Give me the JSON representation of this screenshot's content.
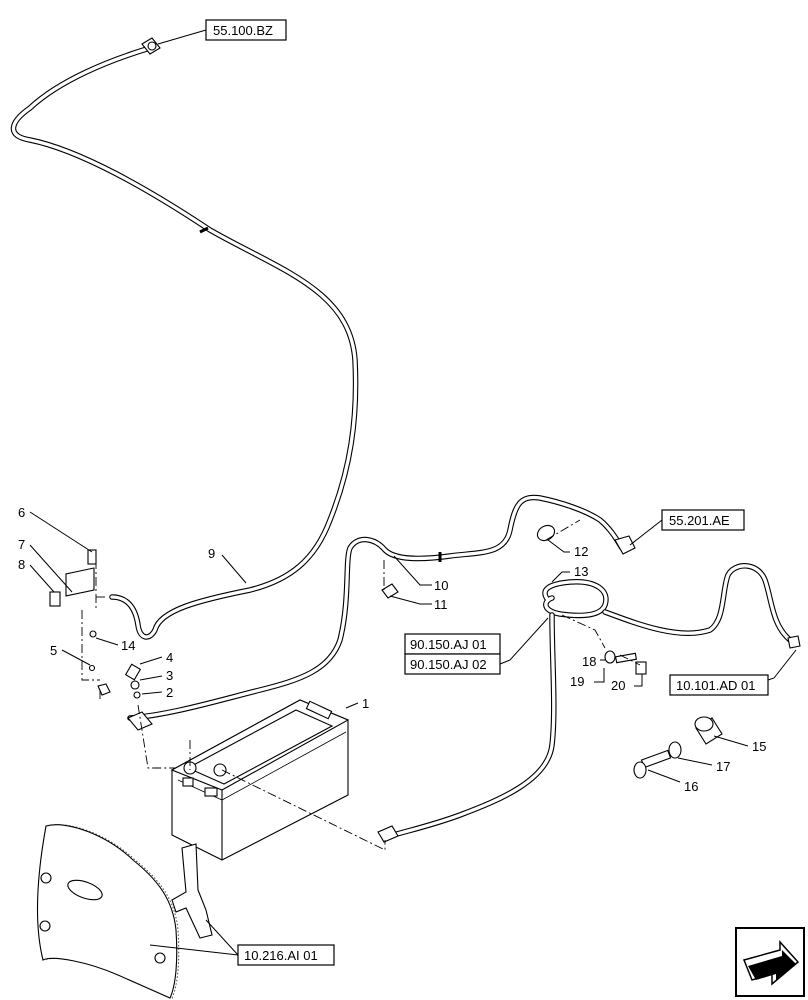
{
  "references": {
    "r55_100_bz": "55.100.BZ",
    "r55_201_ae": "55.201.AE",
    "r90_150_aj01": "90.150.AJ 01",
    "r90_150_aj02": "90.150.AJ 02",
    "r10_101_ad01": "10.101.AD 01",
    "r10_216_ai01": "10.216.AI 01"
  },
  "callouts": {
    "n1": "1",
    "n2": "2",
    "n3": "3",
    "n4": "4",
    "n5": "5",
    "n6": "6",
    "n7": "7",
    "n8": "8",
    "n9": "9",
    "n10": "10",
    "n11": "11",
    "n12": "12",
    "n13": "13",
    "n14": "14",
    "n15": "15",
    "n16": "16",
    "n17": "17",
    "n18": "18",
    "n19": "19",
    "n20": "20"
  },
  "icons": {
    "nav": "next-page-arrow-icon"
  }
}
